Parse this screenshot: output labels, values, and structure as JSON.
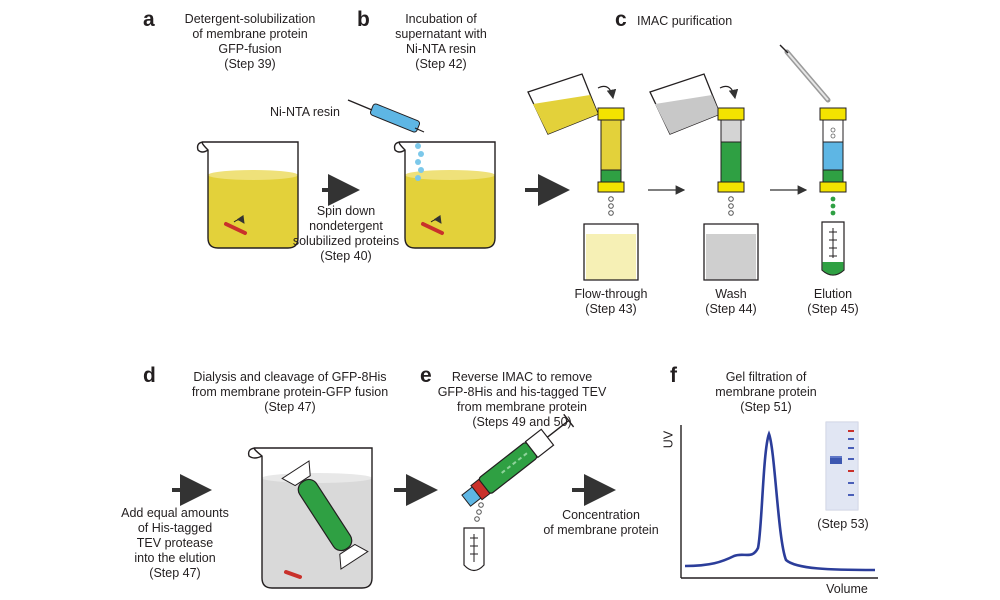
{
  "panels": {
    "a": {
      "letter": "a",
      "title": [
        "Detergent-solubilization",
        "of membrane protein",
        "GFP-fusion",
        "(Step 39)"
      ],
      "spin_note": [
        "Spin down",
        "nondetergent",
        "solubilized proteins",
        "(Step 40)"
      ]
    },
    "b": {
      "letter": "b",
      "title": [
        "Incubation of",
        "supernatant with",
        "Ni-NTA resin",
        "(Step 42)"
      ],
      "resin_label": "Ni-NTA resin"
    },
    "c": {
      "letter": "c",
      "title": "IMAC purification",
      "flow_through": [
        "Flow-through",
        "(Step 43)"
      ],
      "wash": [
        "Wash",
        "(Step 44)"
      ],
      "elution": [
        "Elution",
        "(Step 45)"
      ]
    },
    "d": {
      "letter": "d",
      "title": [
        "Dialysis and cleavage of GFP-8His",
        "from membrane protein-GFP fusion",
        "(Step 47)"
      ],
      "tev_note": [
        "Add equal amounts",
        "of His-tagged",
        "TEV protease",
        "into the elution",
        "(Step 47)"
      ]
    },
    "e": {
      "letter": "e",
      "title": [
        "Reverse IMAC to remove",
        "GFP-8His and his-tagged TEV",
        "from membrane protein",
        "(Steps 49 and 50)"
      ],
      "concentration_note": [
        "Concentration",
        "of membrane protein"
      ]
    },
    "f": {
      "letter": "f",
      "title": [
        "Gel filtration of",
        "membrane protein",
        "(Step 51)"
      ],
      "gel_label": "(Step 53)",
      "y_axis": "UV",
      "x_axis": "Volume"
    }
  },
  "colors": {
    "yellow": "#e3d13a",
    "green": "#2fa043",
    "blue": "#5eb6e4",
    "red": "#c9312b",
    "grey": "#c8c8c8",
    "trace": "#2b3d9a",
    "arrow": "#333333"
  }
}
